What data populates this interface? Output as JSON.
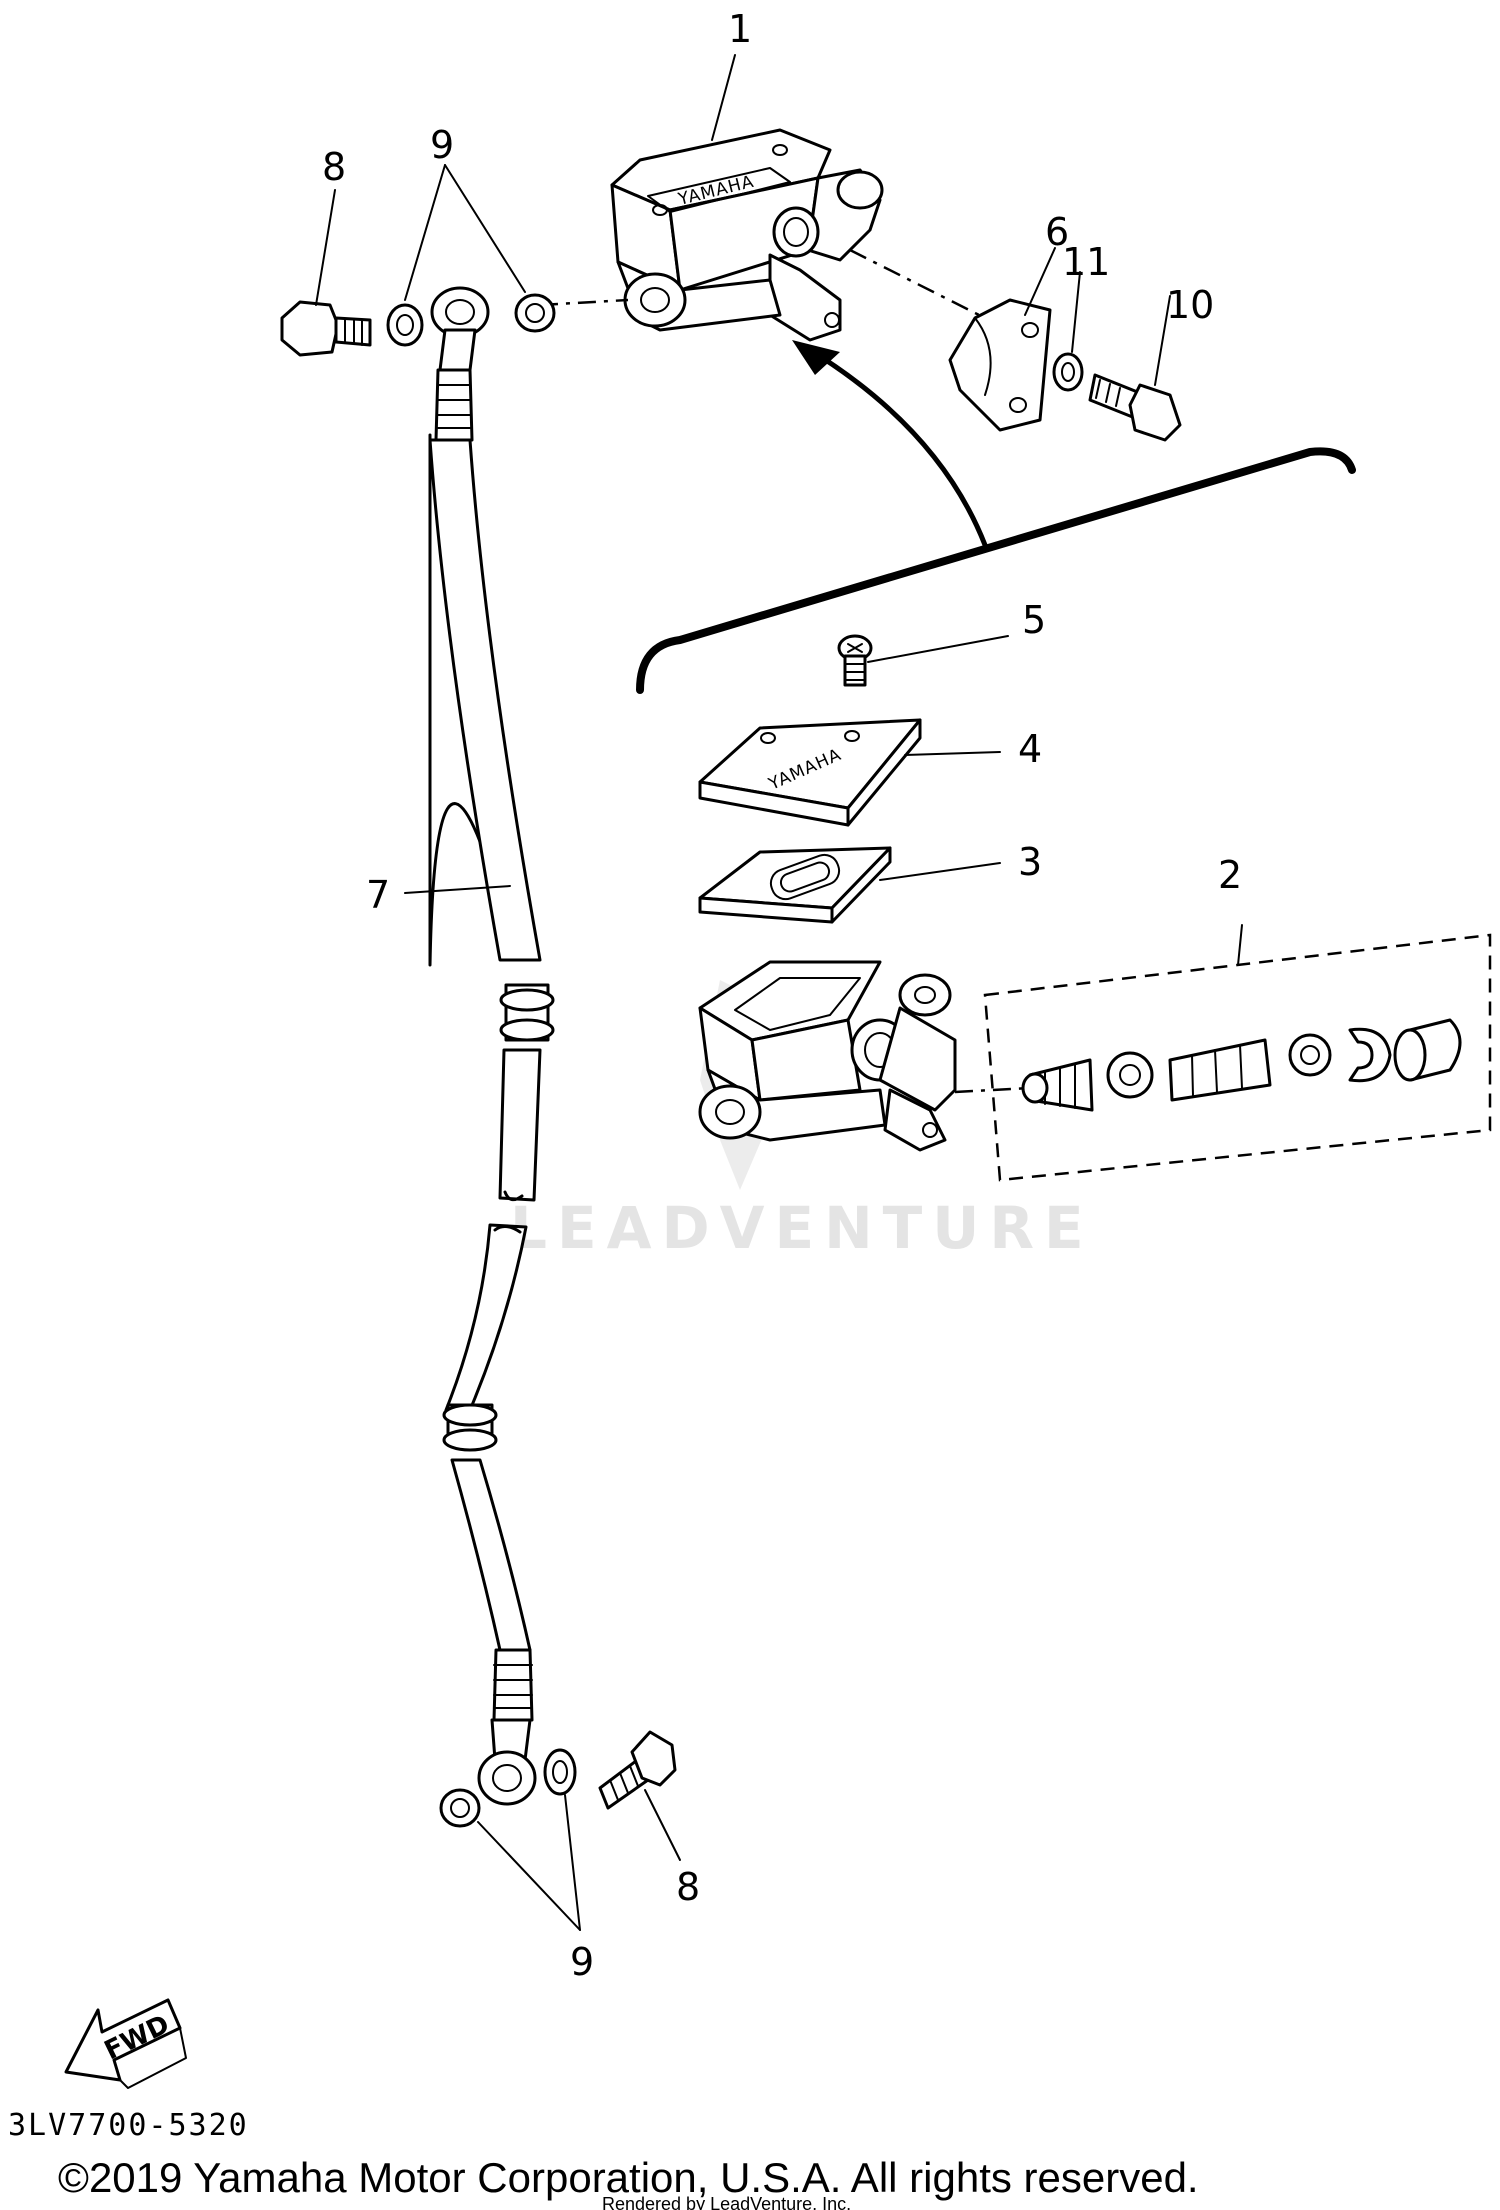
{
  "callouts": {
    "c1": "1",
    "c2": "2",
    "c3": "3",
    "c4": "4",
    "c5": "5",
    "c6": "6",
    "c7": "7",
    "c8_top": "8",
    "c8_bottom": "8",
    "c9_top": "9",
    "c9_bottom": "9",
    "c10": "10",
    "c11": "11"
  },
  "brand_text": "YAMAHA",
  "watermark": "LEADVENTURE",
  "fwd_label": "FWD",
  "diagram_code": "3LV7700-5320",
  "copyright": "©2019 Yamaha Motor Corporation, U.S.A. All rights reserved.",
  "rendered_by": "Rendered by LeadVenture, Inc."
}
